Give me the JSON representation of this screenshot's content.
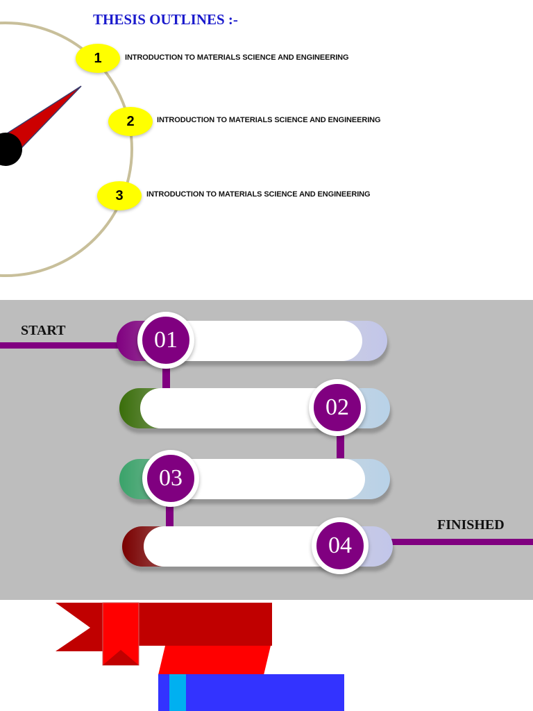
{
  "outline": {
    "title": "THESIS OUTLINES :-",
    "items": [
      {
        "number": "1",
        "text": "INTRODUCTION TO MATERIALS SCIENCE AND ENGINEERING"
      },
      {
        "number": "2",
        "text": "INTRODUCTION TO MATERIALS SCIENCE AND ENGINEERING"
      },
      {
        "number": "3",
        "text": "INTRODUCTION TO MATERIALS SCIENCE AND ENGINEERING"
      }
    ]
  },
  "timeline": {
    "start_label": "START",
    "end_label": "FINISHED",
    "steps": [
      {
        "number": "01",
        "accent": "#800080"
      },
      {
        "number": "02",
        "accent": "#3a6e0a"
      },
      {
        "number": "03",
        "accent": "#3aa36a"
      },
      {
        "number": "04",
        "accent": "#7a0000"
      }
    ]
  },
  "colors": {
    "title": "#1a1acc",
    "badge": "#ffff00",
    "purple": "#800080",
    "band": "#bdbdbd",
    "ribbon_dark_red": "#c00000",
    "ribbon_red": "#ff0000",
    "blue_block": "#3333ff",
    "cyan_strip": "#00b0f0"
  }
}
